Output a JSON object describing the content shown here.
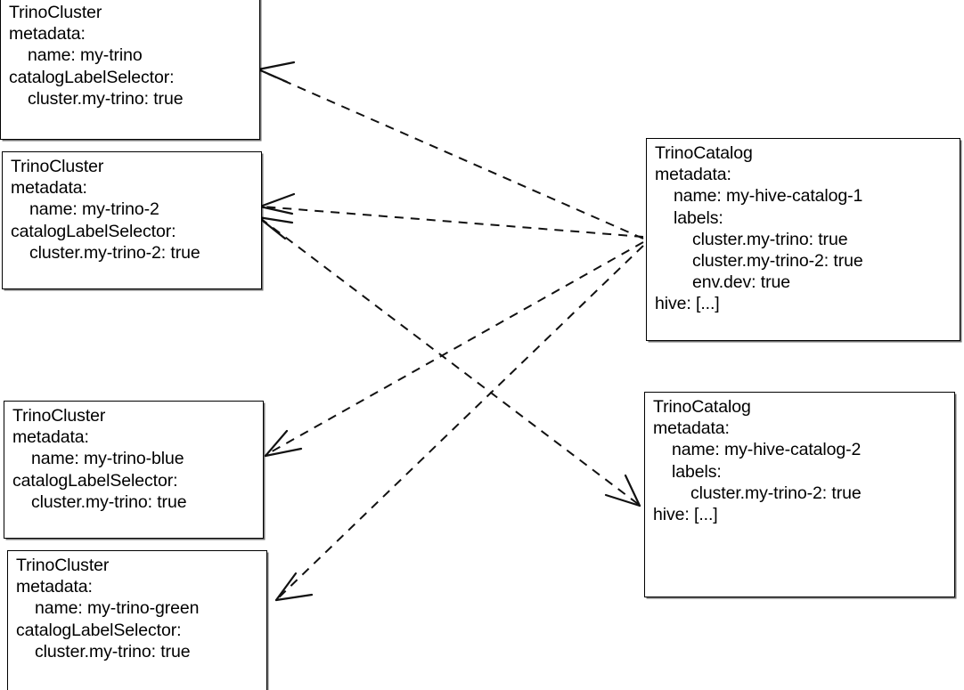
{
  "diagram": {
    "title": "TrinoCluster to TrinoCatalog label selector mapping",
    "type": "kubernetes-crd-relationship",
    "stroke_color": "#111111",
    "box_fill": "#ffffff",
    "edge_style": "dashed-with-arrowhead"
  },
  "clusters": [
    {
      "kind": "TrinoCluster",
      "lines": [
        {
          "text": "TrinoCluster",
          "indent": 0
        },
        {
          "text": "metadata:",
          "indent": 0
        },
        {
          "text": "name: my-trino",
          "indent": 1
        },
        {
          "text": "catalogLabelSelector:",
          "indent": 0
        },
        {
          "text": "cluster.my-trino: true",
          "indent": 1
        }
      ]
    },
    {
      "kind": "TrinoCluster",
      "lines": [
        {
          "text": "TrinoCluster",
          "indent": 0
        },
        {
          "text": "metadata:",
          "indent": 0
        },
        {
          "text": "name: my-trino-2",
          "indent": 1
        },
        {
          "text": "catalogLabelSelector:",
          "indent": 0
        },
        {
          "text": "cluster.my-trino-2: true",
          "indent": 1
        }
      ]
    },
    {
      "kind": "TrinoCluster",
      "lines": [
        {
          "text": "TrinoCluster",
          "indent": 0
        },
        {
          "text": "metadata:",
          "indent": 0
        },
        {
          "text": "name: my-trino-blue",
          "indent": 1
        },
        {
          "text": "catalogLabelSelector:",
          "indent": 0
        },
        {
          "text": "cluster.my-trino: true",
          "indent": 1
        }
      ]
    },
    {
      "kind": "TrinoCluster",
      "lines": [
        {
          "text": "TrinoCluster",
          "indent": 0
        },
        {
          "text": "metadata:",
          "indent": 0
        },
        {
          "text": "name: my-trino-green",
          "indent": 1
        },
        {
          "text": "catalogLabelSelector:",
          "indent": 0
        },
        {
          "text": "cluster.my-trino: true",
          "indent": 1
        }
      ]
    }
  ],
  "catalogs": [
    {
      "kind": "TrinoCatalog",
      "lines": [
        {
          "text": "TrinoCatalog",
          "indent": 0
        },
        {
          "text": "metadata:",
          "indent": 0
        },
        {
          "text": "name: my-hive-catalog-1",
          "indent": 1
        },
        {
          "text": "labels:",
          "indent": 1
        },
        {
          "text": "cluster.my-trino: true",
          "indent": 2
        },
        {
          "text": "cluster.my-trino-2: true",
          "indent": 2
        },
        {
          "text": "env.dev: true",
          "indent": 2
        },
        {
          "text": "hive: [...]",
          "indent": 0
        }
      ]
    },
    {
      "kind": "TrinoCatalog",
      "lines": [
        {
          "text": "TrinoCatalog",
          "indent": 0
        },
        {
          "text": "metadata:",
          "indent": 0
        },
        {
          "text": "name: my-hive-catalog-2",
          "indent": 1
        },
        {
          "text": "labels:",
          "indent": 1
        },
        {
          "text": "cluster.my-trino-2: true",
          "indent": 2
        },
        {
          "text": "hive: [...]",
          "indent": 0
        }
      ]
    }
  ]
}
